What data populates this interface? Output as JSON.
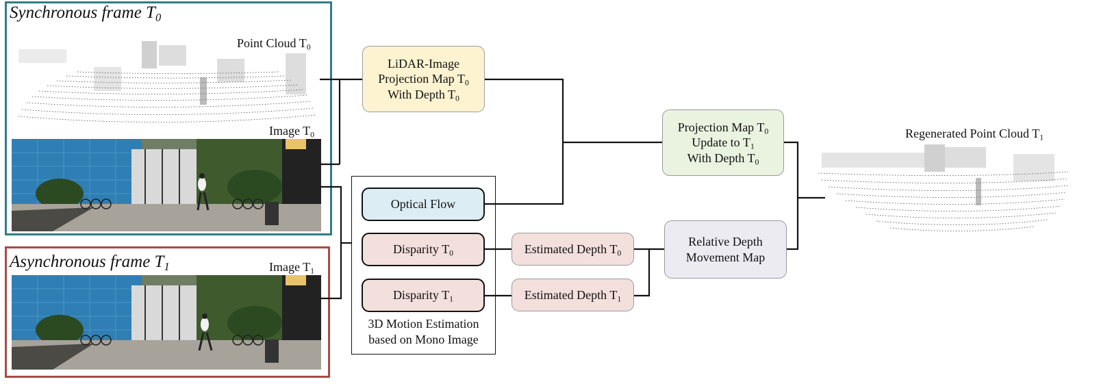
{
  "frames": {
    "sync": {
      "title": "Synchronous frame T",
      "title_sub": "0",
      "point_cloud_label": "Point Cloud T",
      "point_cloud_sub": "0",
      "image_label": "Image T",
      "image_sub": "0"
    },
    "async": {
      "title": "Asynchronous frame T",
      "title_sub": "1",
      "image_label": "Image T",
      "image_sub": "1"
    }
  },
  "nodes": {
    "lidar_projection": {
      "line1": "LiDAR-Image",
      "line2": "Projection Map T",
      "line2_sub": "0",
      "line3": "With Depth T",
      "line3_sub": "0",
      "color": "#fdf3d0"
    },
    "projection_update": {
      "line1": "Projection Map T",
      "line1_sub": "0",
      "line2": "Update to T",
      "line2_sub": "1",
      "line3": "With Depth T",
      "line3_sub": "0",
      "color": "#e9f3df"
    },
    "optical_flow": {
      "label": "Optical Flow",
      "color": "#dcedf3"
    },
    "disparity_t0": {
      "label": "Disparity T",
      "sub": "0",
      "color": "#f3dfdc"
    },
    "disparity_t1": {
      "label": "Disparity T",
      "sub": "1",
      "color": "#f3dfdc"
    },
    "estimated_depth_t0": {
      "label": "Estimated Depth T",
      "sub": "0",
      "color": "#f3dfdc"
    },
    "estimated_depth_t1": {
      "label": "Estimated Depth T",
      "sub": "1",
      "color": "#f3dfdc"
    },
    "relative_depth": {
      "line1": "Relative Depth",
      "line2": "Movement Map",
      "color": "#ecebf2"
    }
  },
  "motion_group": {
    "line1": "3D Motion Estimation",
    "line2": "based on Mono Image"
  },
  "output": {
    "label": "Regenerated Point Cloud T",
    "sub": "1"
  },
  "colors": {
    "sync_frame": "#2e7d86",
    "async_frame": "#a84a46",
    "wire": "#111111"
  }
}
